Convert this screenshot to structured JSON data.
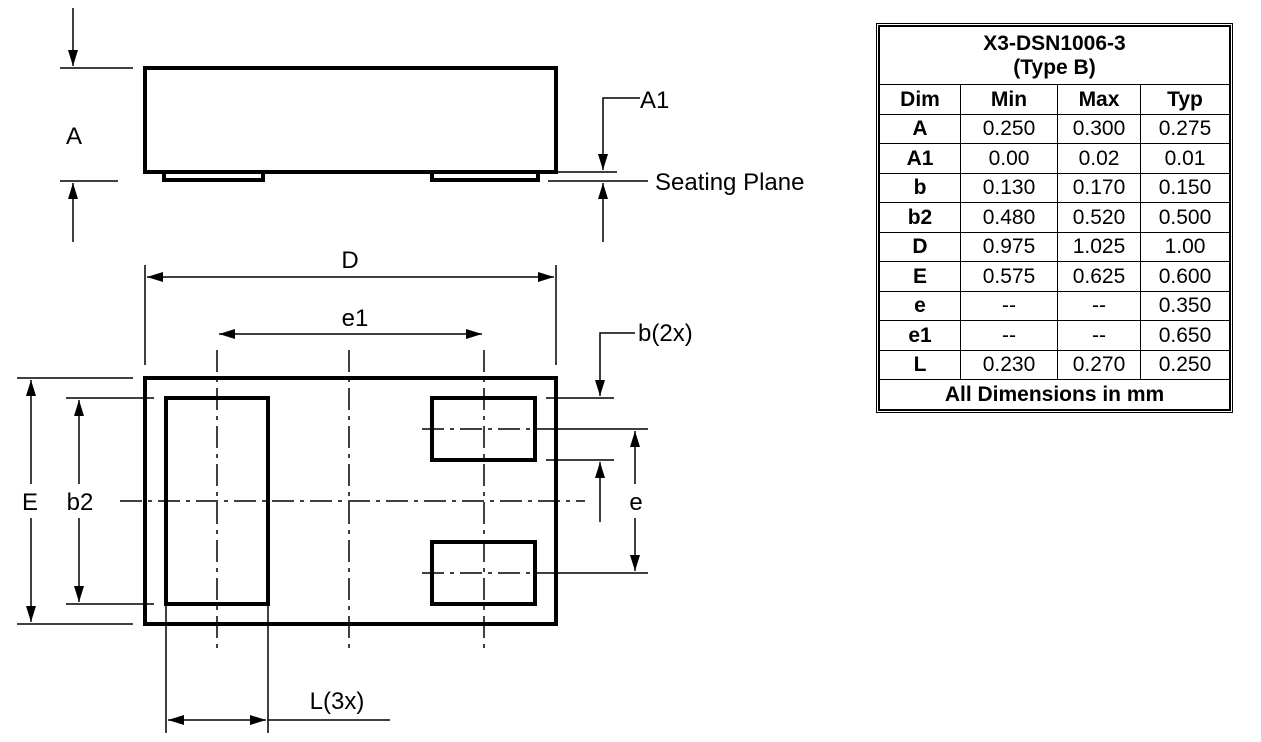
{
  "package": {
    "title": "X3-DSN1006-3",
    "subtitle": "(Type B)"
  },
  "labels": {
    "A": "A",
    "A1": "A1",
    "seating_plane": "Seating Plane",
    "D": "D",
    "e1": "e1",
    "b": "b(2x)",
    "E": "E",
    "b2": "b2",
    "e": "e",
    "L": "L(3x)"
  },
  "table": {
    "headers": [
      "Dim",
      "Min",
      "Max",
      "Typ"
    ],
    "rows": [
      [
        "A",
        "0.250",
        "0.300",
        "0.275"
      ],
      [
        "A1",
        "0.00",
        "0.02",
        "0.01"
      ],
      [
        "b",
        "0.130",
        "0.170",
        "0.150"
      ],
      [
        "b2",
        "0.480",
        "0.520",
        "0.500"
      ],
      [
        "D",
        "0.975",
        "1.025",
        "1.00"
      ],
      [
        "E",
        "0.575",
        "0.625",
        "0.600"
      ],
      [
        "e",
        "--",
        "--",
        "0.350"
      ],
      [
        "e1",
        "--",
        "--",
        "0.650"
      ],
      [
        "L",
        "0.230",
        "0.270",
        "0.250"
      ]
    ],
    "footer": "All Dimensions in mm"
  }
}
